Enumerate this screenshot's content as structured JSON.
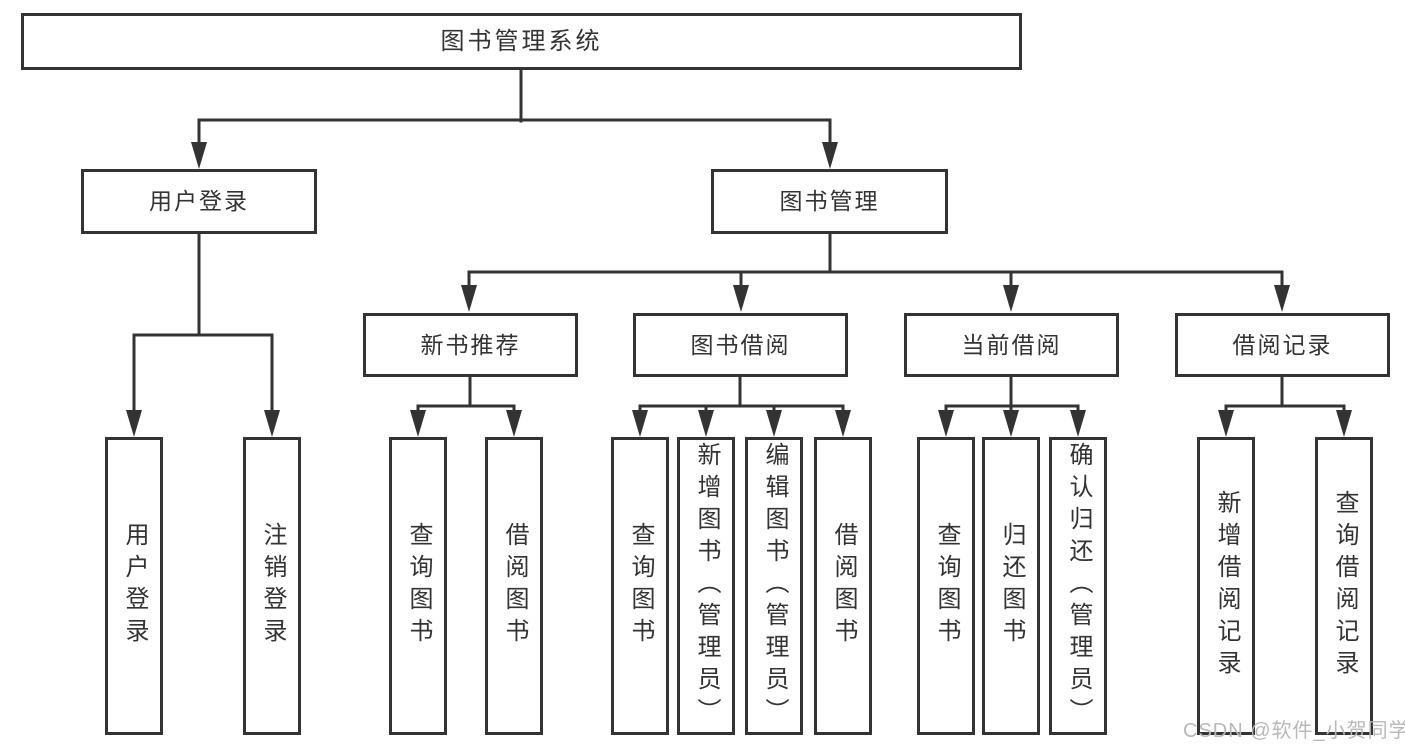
{
  "diagram": {
    "type": "hierarchy-tree",
    "title": "图书管理系统",
    "watermark": "CSDN @软件_小贺同学",
    "colors": {
      "line": "#333333",
      "text": "#333333",
      "watermark": "#b8b8b8",
      "background": "#ffffff"
    },
    "nodes": {
      "root": {
        "label": "图书管理系统"
      },
      "login": {
        "label": "用户登录"
      },
      "mgmt": {
        "label": "图书管理"
      },
      "rec": {
        "label": "新书推荐"
      },
      "borrow": {
        "label": "图书借阅"
      },
      "current": {
        "label": "当前借阅"
      },
      "records": {
        "label": "借阅记录"
      },
      "login_user": {
        "label": "用户登录"
      },
      "login_logout": {
        "label": "注销登录"
      },
      "rec_query": {
        "label": "查询图书"
      },
      "rec_borrow": {
        "label": "借阅图书"
      },
      "borrow_query": {
        "label": "查询图书"
      },
      "borrow_add": {
        "label": "新增图书（管理员）"
      },
      "borrow_edit": {
        "label": "编辑图书（管理员）"
      },
      "borrow_lend": {
        "label": "借阅图书"
      },
      "current_query": {
        "label": "查询图书"
      },
      "current_return": {
        "label": "归还图书"
      },
      "current_confirm": {
        "label": "确认归还（管理员）"
      },
      "records_add": {
        "label": "新增借阅记录"
      },
      "records_query": {
        "label": "查询借阅记录"
      }
    },
    "tree": {
      "图书管理系统": {
        "用户登录": [
          "用户登录",
          "注销登录"
        ],
        "图书管理": {
          "新书推荐": [
            "查询图书",
            "借阅图书"
          ],
          "图书借阅": [
            "查询图书",
            "新增图书（管理员）",
            "编辑图书（管理员）",
            "借阅图书"
          ],
          "当前借阅": [
            "查询图书",
            "归还图书",
            "确认归还（管理员）"
          ],
          "借阅记录": [
            "新增借阅记录",
            "查询借阅记录"
          ]
        }
      }
    }
  }
}
